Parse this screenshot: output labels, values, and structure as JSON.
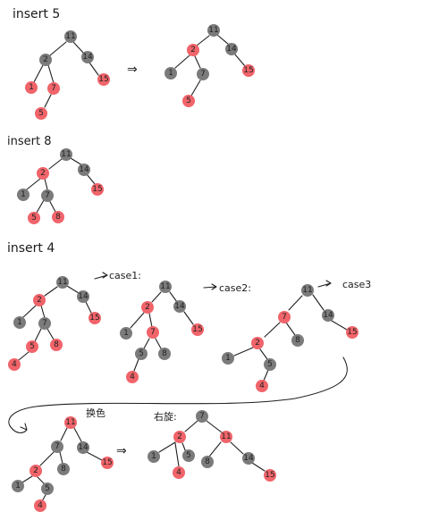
{
  "colors": {
    "black_node": "#7b7b7b",
    "red_node": "#f0646a",
    "ink": "#1f1f1f"
  },
  "titles": {
    "insert5": "insert 5",
    "insert8": "insert 8",
    "insert4": "insert 4"
  },
  "annotations": {
    "case1": "case1:",
    "case2": "case2:",
    "case3": "case3",
    "recolor": "换色",
    "rotate": "右旋:"
  },
  "arrow_symbol": "⇒",
  "nodes": {
    "d1": {
      "n11": "11",
      "n2": "2",
      "n14": "14",
      "n1": "1",
      "n7": "7",
      "n15": "15",
      "n5": "5"
    },
    "d2": {
      "n11": "11",
      "n2": "2",
      "n14": "14",
      "n1": "1",
      "n7": "7",
      "n15": "15",
      "n5": "5"
    },
    "d3": {
      "n11": "11",
      "n2": "2",
      "n14": "14",
      "n1": "1",
      "n7": "7",
      "n15": "15",
      "n5": "5",
      "n8": "8"
    },
    "d4": {
      "n11": "11",
      "n2": "2",
      "n14": "14",
      "n1": "1",
      "n7": "7",
      "n15": "15",
      "n5": "5",
      "n8": "8",
      "n4": "4"
    },
    "d5": {
      "n11": "11",
      "n2": "2",
      "n14": "14",
      "n1": "1",
      "n7": "7",
      "n15": "15",
      "n5": "5",
      "n8": "8",
      "n4": "4"
    },
    "d6": {
      "n11": "11",
      "n2": "2",
      "n14": "14",
      "n1": "1",
      "n7": "7",
      "n15": "15",
      "n5": "5",
      "n8": "8",
      "n4": "4"
    },
    "d7": {
      "n11": "11",
      "n2": "2",
      "n14": "14",
      "n1": "1",
      "n7": "7",
      "n15": "15",
      "n5": "5",
      "n8": "8",
      "n4": "4"
    },
    "d8": {
      "n7": "7",
      "n2": "2",
      "n11": "11",
      "n1": "1",
      "n5": "5",
      "n8": "8",
      "n14": "14",
      "n4": "4",
      "n15": "15"
    }
  }
}
